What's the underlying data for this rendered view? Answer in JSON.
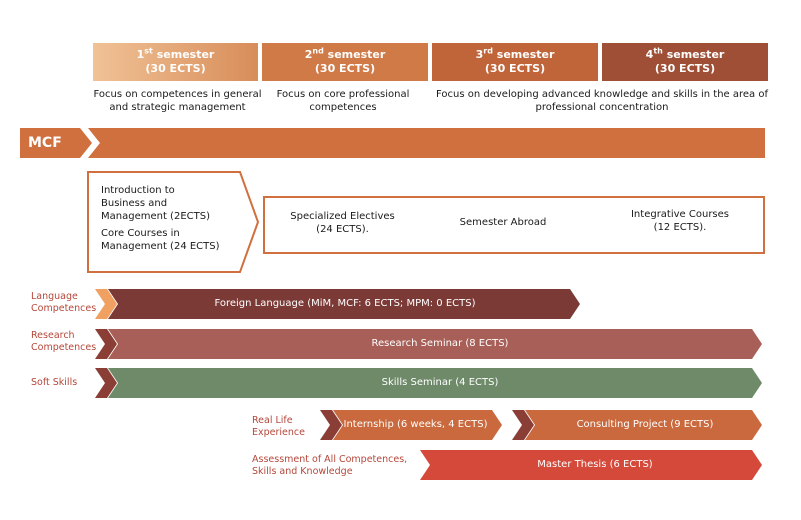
{
  "semesters": [
    {
      "num": "1",
      "sup": "st",
      "word": "semester",
      "ects": "(30 ECTS)",
      "color": "#e6a574"
    },
    {
      "num": "2",
      "sup": "nd",
      "word": "semester",
      "ects": "(30 ECTS)",
      "color": "#d07a48"
    },
    {
      "num": "3",
      "sup": "rd",
      "word": "semester",
      "ects": "(30 ECTS)",
      "color": "#c0653a"
    },
    {
      "num": "4",
      "sup": "th",
      "word": "semester",
      "ects": "(30 ECTS)",
      "color": "#9e4f35"
    }
  ],
  "focus": {
    "f1a": "Focus on competences in general",
    "f1b": "and strategic management",
    "f2a": "Focus on core professional",
    "f2b": "competences",
    "f3a": "Focus on developing advanced knowledge and skills in the area of",
    "f3b": "professional concentration"
  },
  "program": {
    "label": "MCF"
  },
  "intro": {
    "l1": "Introduction to",
    "l2": "Business and",
    "l3": "Management (2ECTS)",
    "l4": "Core Courses in",
    "l5": "Management (24 ECTS)"
  },
  "electives": {
    "spec1": "Specialized Electives",
    "spec2": "(24 ECTS).",
    "abroad": "Semester Abroad",
    "integ1": "Integrative Courses",
    "integ2": "(12 ECTS)."
  },
  "rows": {
    "lang_label1": "Language",
    "lang_label2": "Competences",
    "lang_bar": "Foreign Language (MiM, MCF: 6 ECTS; MPM: 0 ECTS)",
    "research_label1": "Research",
    "research_label2": "Competences",
    "research_bar": "Research Seminar (8 ECTS)",
    "soft_label": "Soft Skills",
    "soft_bar": "Skills Seminar (4 ECTS)",
    "real_label1": "Real Life",
    "real_label2": "Experience",
    "internship_bar": "Internship (6 weeks, 4 ECTS)",
    "consulting_bar": "Consulting Project (9 ECTS)",
    "assess_label1": "Assessment of All Competences,",
    "assess_label2": "Skills and Knowledge",
    "thesis_bar": "Master Thesis (6 ECTS)"
  },
  "colors": {
    "accent": "#d0703e",
    "language": "#7b3a36",
    "research": "#a85f57",
    "soft": "#6e8a69",
    "internship": "#c9693d",
    "thesis": "#d4493a",
    "label_text": "#b5473a"
  }
}
